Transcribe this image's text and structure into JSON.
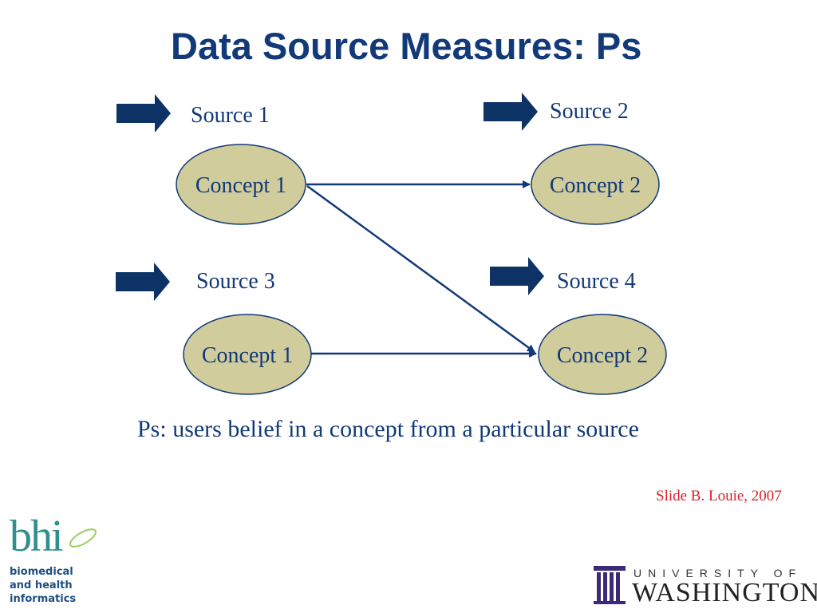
{
  "title": "Data Source Measures:  Ps",
  "sources": [
    {
      "label": "Source 1"
    },
    {
      "label": "Source 2"
    },
    {
      "label": "Source 3"
    },
    {
      "label": "Source 4"
    }
  ],
  "concepts": [
    {
      "label": "Concept 1"
    },
    {
      "label": "Concept 2"
    },
    {
      "label": "Concept 1"
    },
    {
      "label": "Concept 2"
    }
  ],
  "caption": "Ps:  users belief in a concept from a particular source",
  "credit": "Slide B. Louie, 2007",
  "logos": {
    "bhi": {
      "mark": "bhi",
      "line1": "biomedical",
      "line2": "and health",
      "line3": "informatics"
    },
    "uw": {
      "top": "UNIVERSITY OF",
      "bottom": "WASHINGTON"
    }
  },
  "colors": {
    "title": "#123a78",
    "text": "#123a78",
    "arrow": "#0d3266",
    "ellipse_fill": "#d1cc9b",
    "ellipse_stroke": "#123a78",
    "credit": "#d9202a",
    "bhi_teal": "#2f8f8e"
  }
}
